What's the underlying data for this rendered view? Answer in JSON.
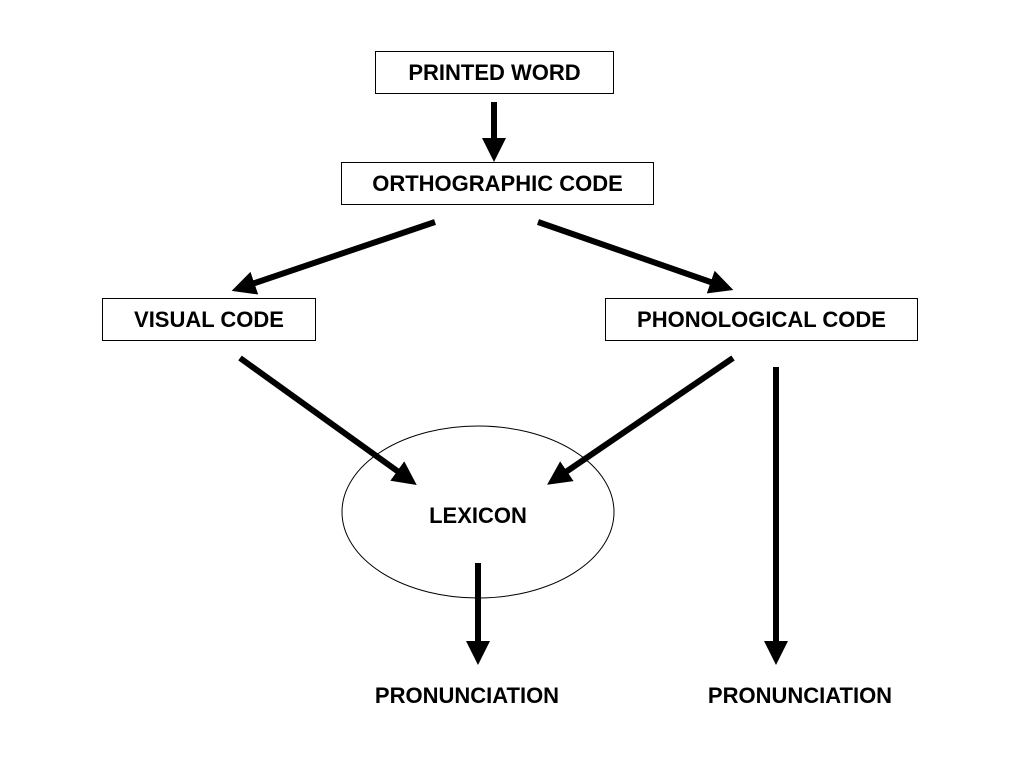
{
  "nodes": {
    "printed_word": "PRINTED WORD",
    "orthographic_code": "ORTHOGRAPHIC CODE",
    "visual_code": "VISUAL CODE",
    "phonological_code": "PHONOLOGICAL CODE",
    "lexicon": "LEXICON",
    "pronunciation_left": "PRONUNCIATION",
    "pronunciation_right": "PRONUNCIATION"
  },
  "colors": {
    "stroke": "#000000",
    "background": "#ffffff"
  }
}
